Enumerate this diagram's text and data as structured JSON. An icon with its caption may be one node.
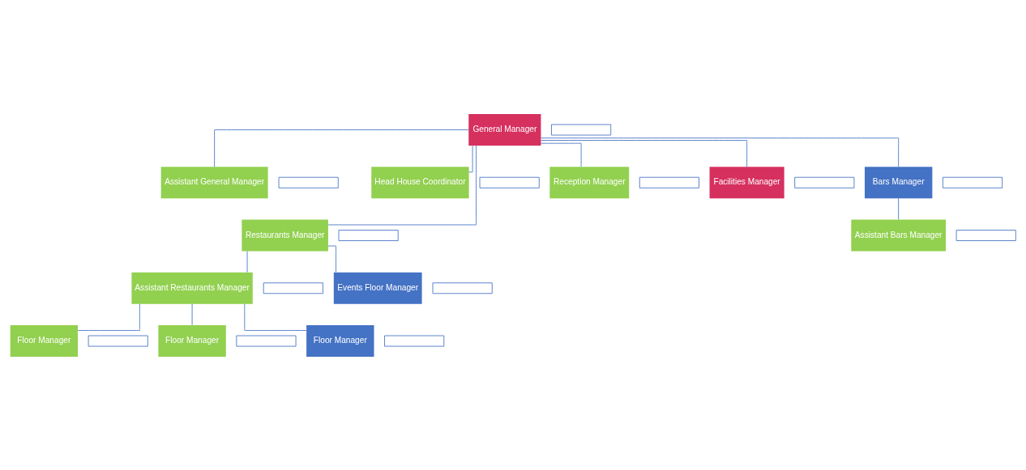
{
  "diagram": {
    "nodes": [
      {
        "text": [
          "General Manager"
        ]
      },
      {
        "text": [],
        "shape": "box"
      },
      {
        "text": [
          "Assistant General Manager"
        ]
      },
      {
        "text": [],
        "shape": "box"
      },
      {
        "text": [
          "Restaurants Manager"
        ]
      },
      {
        "text": [],
        "shape": "box"
      },
      {
        "text": [
          "Head House Coordinator"
        ]
      },
      {
        "text": [],
        "shape": "box"
      },
      {
        "text": [
          "Reception Manager"
        ]
      },
      {
        "text": [],
        "shape": "box"
      },
      {
        "text": [
          "Facilities Manager"
        ]
      },
      {
        "text": [],
        "shape": "box"
      },
      {
        "text": [
          "Bars Manager"
        ]
      },
      {
        "text": [],
        "shape": "box"
      },
      {
        "text": [
          "Assistant Restaurants Manager"
        ]
      },
      {
        "text": [],
        "shape": "box"
      },
      {
        "text": [
          "Events Floor Manager"
        ]
      },
      {
        "text": [],
        "shape": "box"
      },
      {
        "text": [
          "Assistant Bars Manager"
        ]
      },
      {
        "text": [],
        "shape": "box"
      },
      {
        "text": [
          "Floor Manager"
        ]
      },
      {
        "text": [],
        "shape": "box"
      },
      {
        "text": [
          "Floor Manager"
        ]
      },
      {
        "text": [],
        "shape": "box"
      },
      {
        "text": [
          "Floor Manager"
        ]
      },
      {
        "text": [],
        "shape": "box"
      }
    ],
    "edges": [
      {
        "from": 0,
        "to": 2,
        "arrow": "none"
      },
      {
        "from": 0,
        "to": 4,
        "arrow": "none"
      },
      {
        "from": 0,
        "to": 6,
        "arrow": "none"
      },
      {
        "from": 0,
        "to": 8,
        "arrow": "none"
      },
      {
        "from": 0,
        "to": 10,
        "arrow": "none"
      },
      {
        "from": 0,
        "to": 12,
        "arrow": "none"
      },
      {
        "from": 4,
        "to": 14,
        "arrow": "none"
      },
      {
        "from": 4,
        "to": 16,
        "arrow": "none"
      },
      {
        "from": 12,
        "to": 18,
        "arrow": "none"
      },
      {
        "from": 14,
        "to": 20,
        "arrow": "none"
      },
      {
        "from": 14,
        "to": 22,
        "arrow": "none"
      },
      {
        "from": 14,
        "to": 24,
        "arrow": "none"
      }
    ]
  }
}
